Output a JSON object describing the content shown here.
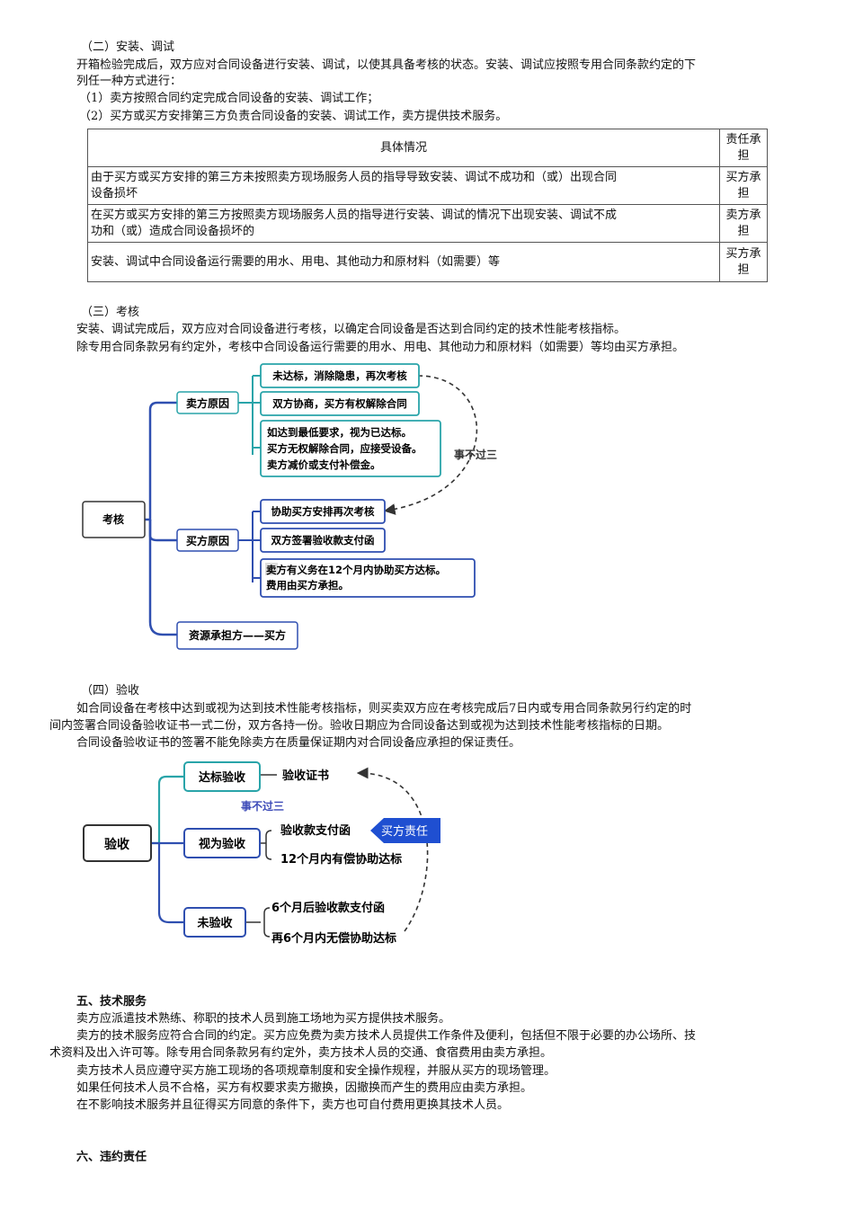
{
  "s2": {
    "heading": "（二）安装、调试",
    "p1a": "开箱检验完成后，双方应对合同设备进行安装、调试，以使其具备考核的状态。安装、调试应按照专用合同条款约定的下",
    "p1b": "列任一种方式进行：",
    "i1": "（1）卖方按照合同约定完成合同设备的安装、调试工作；",
    "i2": "（2）买方或买方安排第三方负责合同设备的安装、调试工作，卖方提供技术服务。"
  },
  "table": {
    "h1": "具体情况",
    "h2a": "责任承",
    "h2b": "担",
    "r1a": "由于买方或买方安排的第三方未按照卖方现场服务人员的指导导致安装、调试不成功和（或）出现合同",
    "r1b": "设备损坏",
    "r1c1": "买方承",
    "r1c2": "担",
    "r2a": "在买方或买方安排的第三方按照卖方现场服务人员的指导进行安装、调试的情况下出现安装、调试不成",
    "r2b": "功和（或）造成合同设备损坏的",
    "r2c1": "卖方承",
    "r2c2": "担",
    "r3a": "安装、调试中合同设备运行需要的用水、用电、其他动力和原材料（如需要）等",
    "r3c1": "买方承",
    "r3c2": "担"
  },
  "s3": {
    "heading": "（三）考核",
    "p1": "安装、调试完成后，双方应对合同设备进行考核，以确定合同设备是否达到合同约定的技术性能考核指标。",
    "p2": "除专用合同条款另有约定外，考核中合同设备运行需要的用水、用电、其他动力和原材料（如需要）等均由买方承担。"
  },
  "d1": {
    "root": "考核",
    "seller": "卖方原因",
    "buyer": "买方原因",
    "resource": "资源承担方——买方",
    "s1": "未达标，消除隐患，再次考核",
    "s2": "双方协商，买方有权解除合同",
    "s3a": "如达到最低要求，视为已达标。",
    "s3b": "买方无权解除合同，应接受设备。",
    "s3c": "卖方减价或支付补偿金。",
    "b1": "协助买方安排再次考核",
    "b2": "双方签署验收款支付函",
    "b3a": "卖方有义务在12个月内协助买方达标。",
    "b3b": "费用由买方承担。",
    "note": "事不过三"
  },
  "s4": {
    "heading": "（四）验收",
    "p1a": "如合同设备在考核中达到或视为达到技术性能考核指标，则买卖双方应在考核完成后7日内或专用合同条款另行约定的时",
    "p1b": "间内签署合同设备验收证书一式二份，双方各持一份。验收日期应为合同设备达到或视为达到技术性能考核指标的日期。",
    "p2": "合同设备验收证书的签署不能免除卖方在质量保证期内对合同设备应承担的保证责任。"
  },
  "d2": {
    "root": "验收",
    "n1": "达标验收",
    "n2": "视为验收",
    "n3": "未验收",
    "l1": "验收证书",
    "l2": "验收款支付函",
    "l3": "12个月内有偿协助达标",
    "l4": "6个月后验收款支付函",
    "l5": "再6个月内无偿协助达标",
    "note": "事不过三",
    "tag": "买方责任"
  },
  "s5": {
    "heading": "五、技术服务",
    "p1": "卖方应派遣技术熟练、称职的技术人员到施工场地为买方提供技术服务。",
    "p2a": "卖方的技术服务应符合合同的约定。买方应免费为卖方技术人员提供工作条件及便利，包括但不限于必要的办公场所、技",
    "p2b": "术资料及出入许可等。除专用合同条款另有约定外，卖方技术人员的交通、食宿费用由卖方承担。",
    "p3": "卖方技术人员应遵守买方施工现场的各项规章制度和安全操作规程，并服从买方的现场管理。",
    "p4": "如果任何技术人员不合格，买方有权要求卖方撤换，因撤换而产生的费用应由卖方承担。",
    "p5": "在不影响技术服务并且征得买方同意的条件下，卖方也可自付费用更换其技术人员。"
  },
  "s6": {
    "heading": "六、违约责任"
  }
}
